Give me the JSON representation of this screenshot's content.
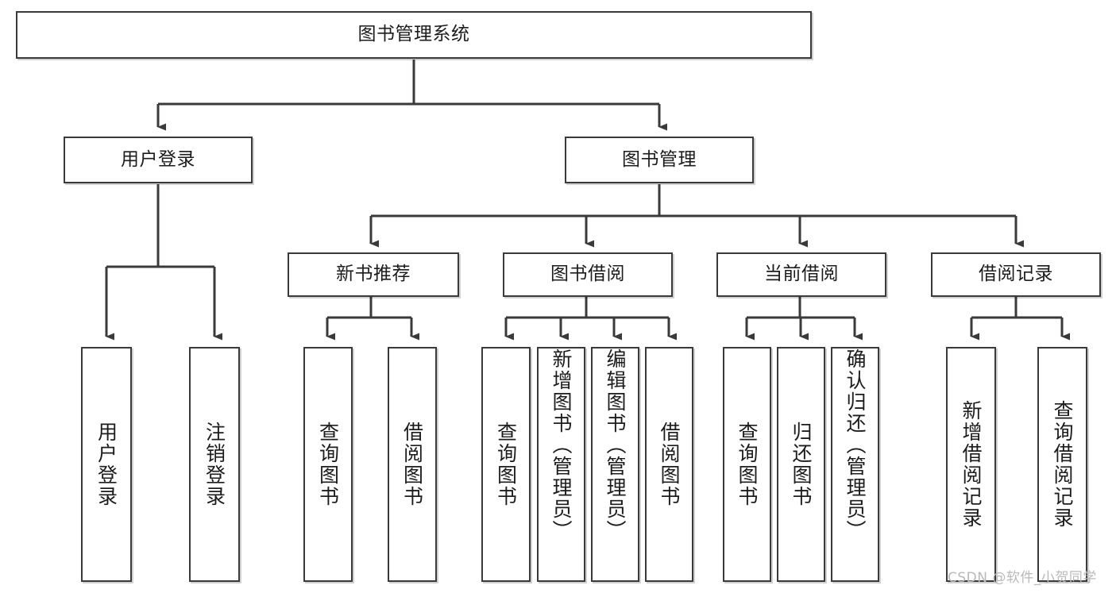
{
  "diagram": {
    "type": "tree",
    "title": "图书管理系统",
    "watermark": "CSDN @软件_小贺同学",
    "colors": {
      "box_border": "#3a3a3a",
      "box_fill": "#ffffff",
      "connector": "#3a3a3a",
      "text": "#1c1c1c",
      "watermark": "#b9b9b9",
      "background": "#ffffff"
    },
    "root": {
      "label": "图书管理系统"
    },
    "level2": [
      {
        "label": "用户登录"
      },
      {
        "label": "图书管理"
      }
    ],
    "level3": [
      {
        "label": "新书推荐"
      },
      {
        "label": "图书借阅"
      },
      {
        "label": "当前借阅"
      },
      {
        "label": "借阅记录"
      }
    ],
    "leaves": {
      "user_login": [
        {
          "label": "用户登录"
        },
        {
          "label": "注销登录"
        }
      ],
      "new_book_recommend": [
        {
          "label": "查询图书"
        },
        {
          "label": "借阅图书"
        }
      ],
      "book_borrow": [
        {
          "label": "查询图书"
        },
        {
          "label": "新增图书（管理员）"
        },
        {
          "label": "编辑图书（管理员）"
        },
        {
          "label": "借阅图书"
        }
      ],
      "current_borrow": [
        {
          "label": "查询图书"
        },
        {
          "label": "归还图书"
        },
        {
          "label": "确认归还（管理员）"
        }
      ],
      "borrow_record": [
        {
          "label": "新增借阅记录"
        },
        {
          "label": "查询借阅记录"
        }
      ]
    }
  }
}
